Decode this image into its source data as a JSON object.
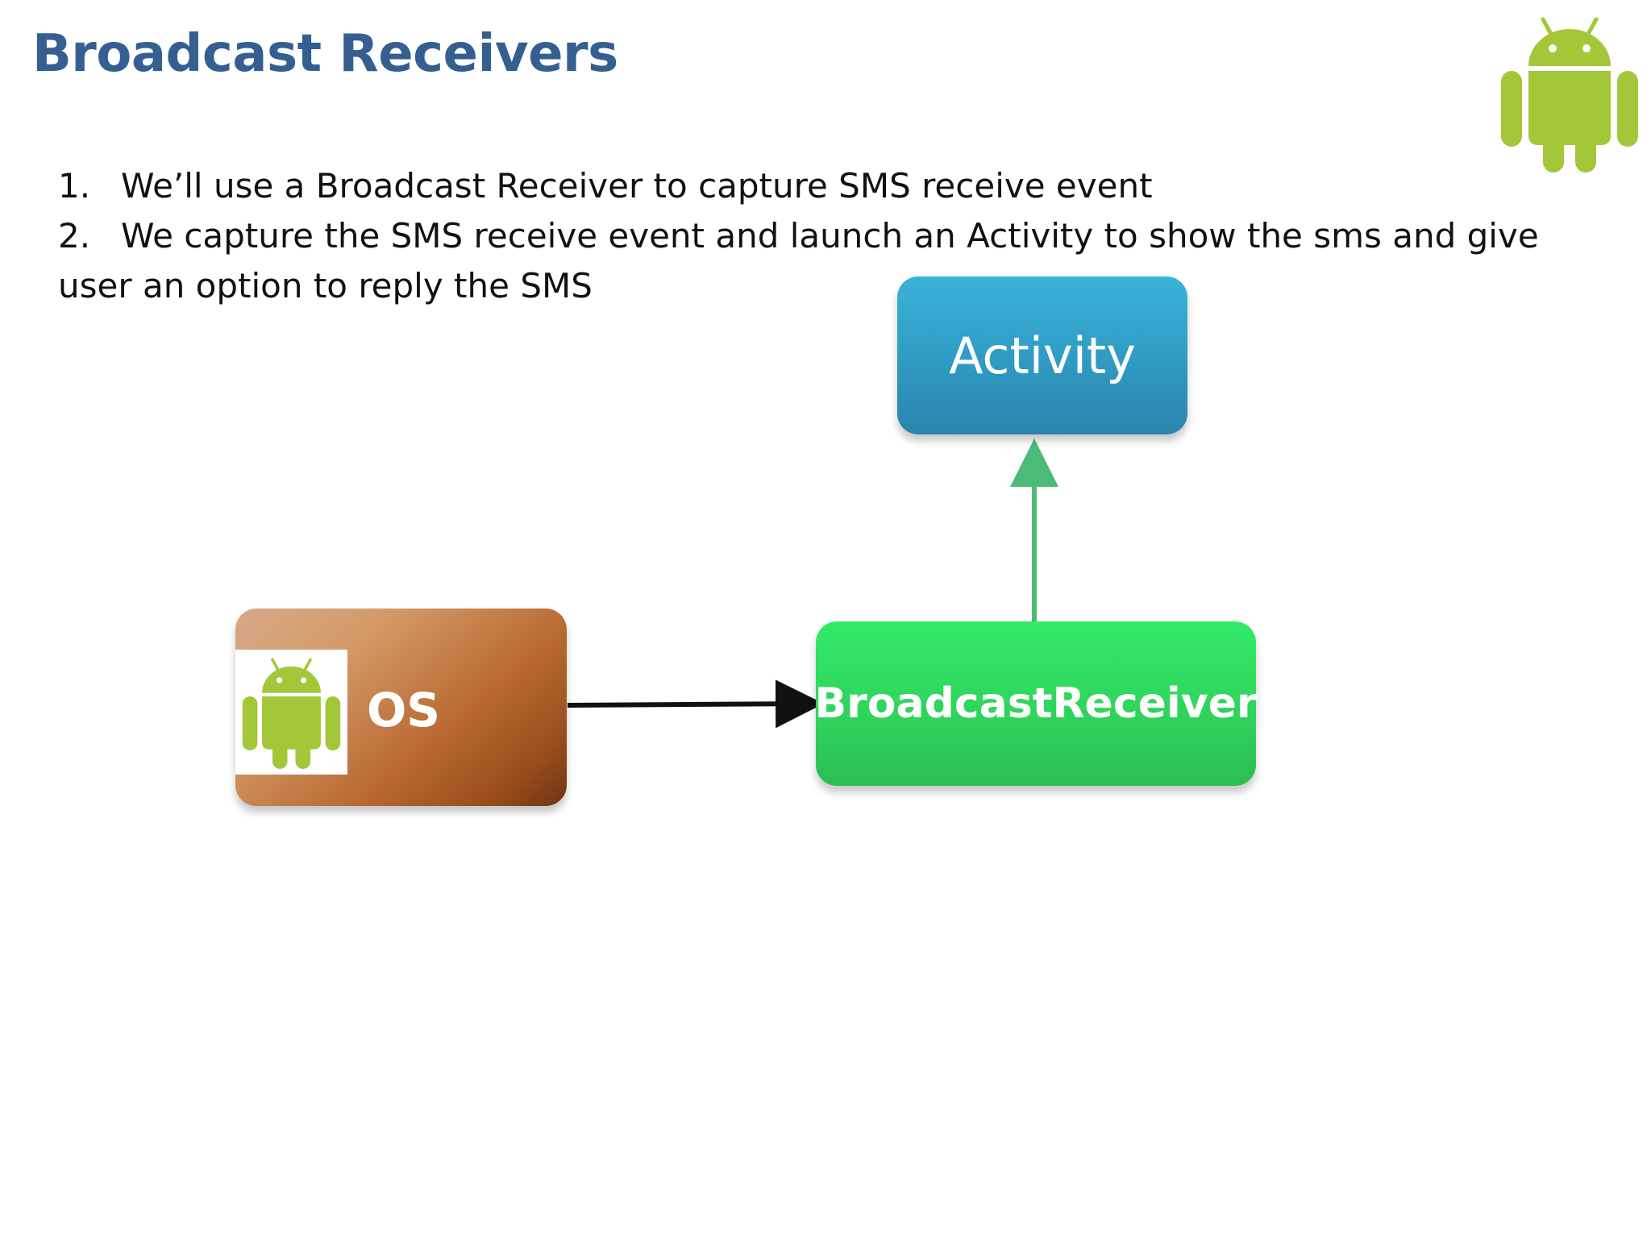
{
  "slide": {
    "title": "Broadcast Receivers",
    "bullets": [
      {
        "num": "1.",
        "text": "We’ll use a Broadcast Receiver to capture SMS receive event"
      },
      {
        "num": "2.",
        "text": "We capture the SMS receive event and launch an Activity to show the sms and give user an option to reply the SMS"
      }
    ]
  },
  "diagram": {
    "nodes": {
      "activity": "Activity",
      "receiver": "BroadcastReceiver",
      "os": "OS"
    },
    "edges": [
      {
        "from": "os",
        "to": "receiver",
        "color": "#111111"
      },
      {
        "from": "receiver",
        "to": "activity",
        "color": "#4dbb78"
      }
    ]
  },
  "colors": {
    "title": "#355f91",
    "android_green": "#a4c639",
    "activity": "#2f9ac2",
    "receiver": "#2fd25b",
    "os": "#b96a33"
  },
  "icons": {
    "top_logo": "android-robot-icon",
    "os_logo": "android-robot-icon"
  }
}
